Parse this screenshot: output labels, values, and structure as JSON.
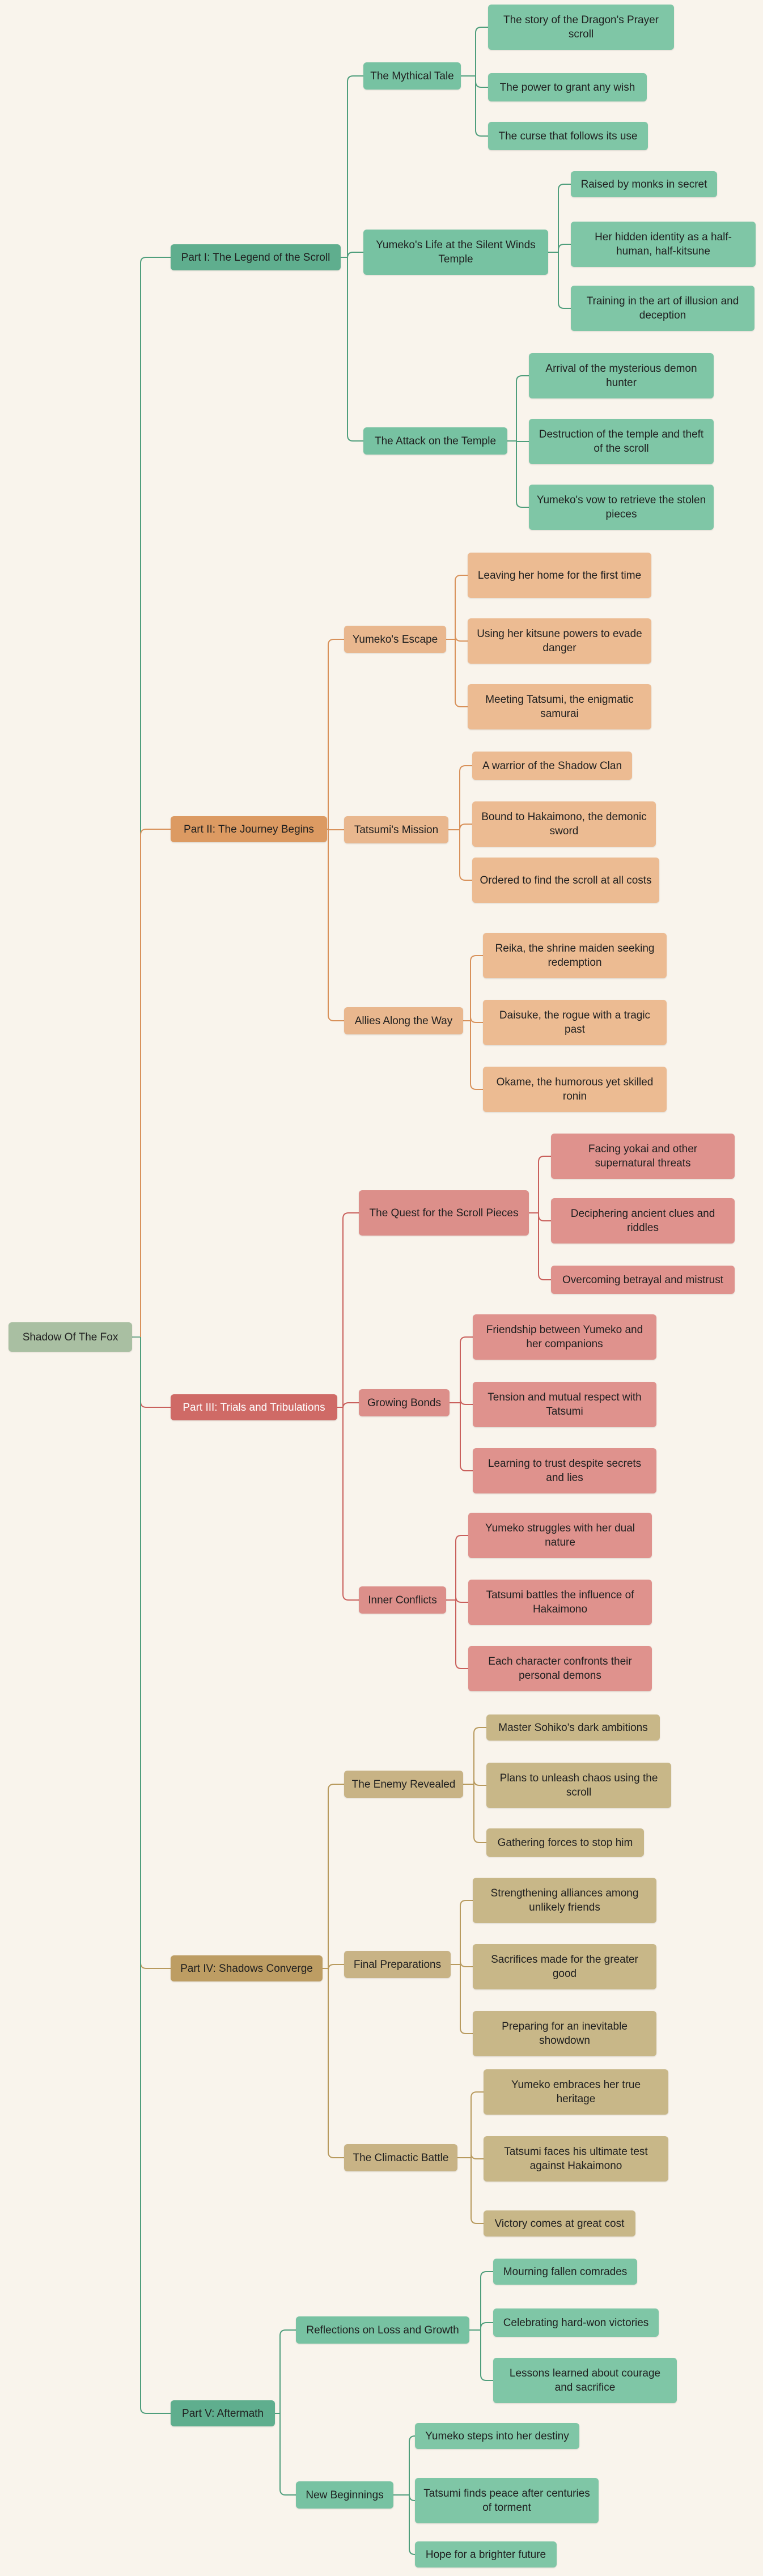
{
  "root": "Shadow Of The Fox",
  "colors": {
    "background": "#f9f4ec",
    "branches": [
      "#4f9e7c",
      "#d8915a",
      "#c9605c",
      "#b89a5e",
      "#4f9e7c"
    ]
  },
  "parts": [
    {
      "title": "Part I: The Legend of the Scroll",
      "sections": [
        {
          "title": "The Mythical Tale",
          "items": [
            "The story of the Dragon's Prayer scroll",
            "The power to grant any wish",
            "The curse that follows its use"
          ]
        },
        {
          "title": "Yumeko's Life at the Silent Winds Temple",
          "items": [
            "Raised by monks in secret",
            "Her hidden identity as a half-human, half-kitsune",
            "Training in the art of illusion and deception"
          ]
        },
        {
          "title": "The Attack on the Temple",
          "items": [
            "Arrival of the mysterious demon hunter",
            "Destruction of the temple and theft of the scroll",
            "Yumeko's vow to retrieve the stolen pieces"
          ]
        }
      ]
    },
    {
      "title": "Part II: The Journey Begins",
      "sections": [
        {
          "title": "Yumeko's Escape",
          "items": [
            "Leaving her home for the first time",
            "Using her kitsune powers to evade danger",
            "Meeting Tatsumi, the enigmatic samurai"
          ]
        },
        {
          "title": "Tatsumi's Mission",
          "items": [
            "A warrior of the Shadow Clan",
            "Bound to Hakaimono, the demonic sword",
            "Ordered to find the scroll at all costs"
          ]
        },
        {
          "title": "Allies Along the Way",
          "items": [
            "Reika, the shrine maiden seeking redemption",
            "Daisuke, the rogue with a tragic past",
            "Okame, the humorous yet skilled ronin"
          ]
        }
      ]
    },
    {
      "title": "Part III: Trials and Tribulations",
      "sections": [
        {
          "title": "The Quest for the Scroll Pieces",
          "items": [
            "Facing yokai and other supernatural threats",
            "Deciphering ancient clues and riddles",
            "Overcoming betrayal and mistrust"
          ]
        },
        {
          "title": "Growing Bonds",
          "items": [
            "Friendship between Yumeko and her companions",
            "Tension and mutual respect with Tatsumi",
            "Learning to trust despite secrets and lies"
          ]
        },
        {
          "title": "Inner Conflicts",
          "items": [
            "Yumeko struggles with her dual nature",
            "Tatsumi battles the influence of Hakaimono",
            "Each character confronts their personal demons"
          ]
        }
      ]
    },
    {
      "title": "Part IV: Shadows Converge",
      "sections": [
        {
          "title": "The Enemy Revealed",
          "items": [
            "Master Sohiko's dark ambitions",
            "Plans to unleash chaos using the scroll",
            "Gathering forces to stop him"
          ]
        },
        {
          "title": "Final Preparations",
          "items": [
            "Strengthening alliances among unlikely friends",
            "Sacrifices made for the greater good",
            "Preparing for an inevitable showdown"
          ]
        },
        {
          "title": "The Climactic Battle",
          "items": [
            "Yumeko embraces her true heritage",
            "Tatsumi faces his ultimate test against Hakaimono",
            "Victory comes at great cost"
          ]
        }
      ]
    },
    {
      "title": "Part V: Aftermath",
      "sections": [
        {
          "title": "Reflections on Loss and Growth",
          "items": [
            "Mourning fallen comrades",
            "Celebrating hard-won victories",
            "Lessons learned about courage and sacrifice"
          ]
        },
        {
          "title": "New Beginnings",
          "items": [
            "Yumeko steps into her destiny",
            "Tatsumi finds peace after centuries of torment",
            "Hope for a brighter future"
          ]
        }
      ]
    }
  ]
}
